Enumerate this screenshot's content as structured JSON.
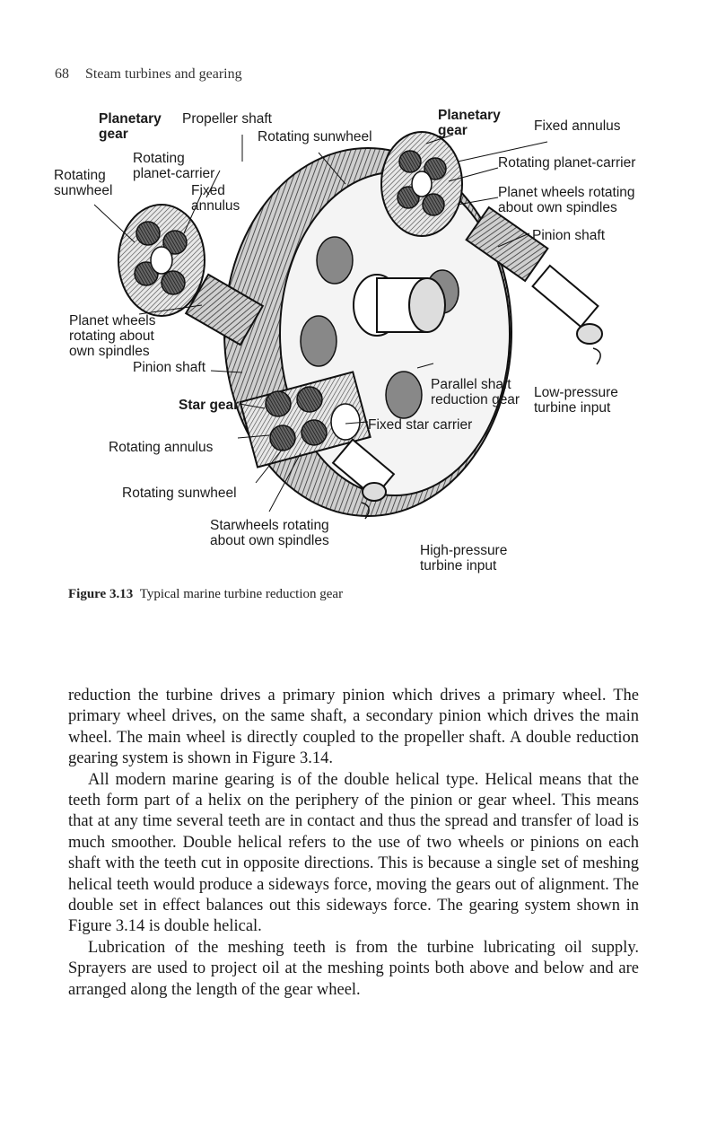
{
  "header": {
    "page_number": "68",
    "running_title": "Steam turbines and gearing"
  },
  "figure": {
    "labels": {
      "planetary_gear_left": "Planetary\ngear",
      "propeller_shaft": "Propeller shaft",
      "rotating_sunwheel_top": "Rotating sunwheel",
      "planetary_gear_right": "Planetary\ngear",
      "fixed_annulus_right": "Fixed annulus",
      "rotating_planet_carrier_left": "Rotating\nplanet-carrier",
      "rotating_sunwheel_left": "Rotating\nsunwheel",
      "fixed_annulus_left": "Fixed\nannulus",
      "rotating_planet_carrier_right": "Rotating planet-carrier",
      "planet_wheels_right": "Planet wheels rotating\nabout own spindles",
      "pinion_shaft_right": "Pinion shaft",
      "planet_wheels_left": "Planet wheels\nrotating about\nown spindles",
      "pinion_shaft_left": "Pinion shaft",
      "parallel_shaft": "Parallel shaft\nreduction gear",
      "low_pressure": "Low-pressure\nturbine input",
      "star_gear": "Star gear",
      "fixed_star_carrier": "Fixed star carrier",
      "rotating_annulus": "Rotating annulus",
      "rotating_sunwheel_bottom": "Rotating sunwheel",
      "starwheels": "Starwheels rotating\nabout own spindles",
      "high_pressure": "High-pressure\nturbine input"
    },
    "caption_number": "Figure 3.13",
    "caption_text": "Typical marine turbine reduction gear"
  },
  "body": {
    "p1": "reduction the turbine drives a primary pinion which drives a primary wheel. The primary wheel drives, on the same shaft, a secondary pinion which drives the main wheel. The main wheel is directly coupled to the propeller shaft. A double reduction gearing system is shown in Figure 3.14.",
    "p2": "All modern marine gearing is of the double helical type. Helical means that the teeth form part of a helix on the periphery of the pinion or gear wheel. This means that at any time several teeth are in contact and thus the spread and transfer of load is much smoother. Double helical refers to the use of two wheels or pinions on each shaft with the teeth cut in opposite directions. This is because a single set of meshing helical teeth would produce a sideways force, moving the gears out of alignment. The double set in effect balances out this sideways force. The gearing system shown in Figure 3.14 is double helical.",
    "p3": "Lubrication of the meshing teeth is from the turbine lubricating oil supply. Sprayers are used to project oil at the meshing points both above and below and are arranged along the length of the gear wheel."
  }
}
